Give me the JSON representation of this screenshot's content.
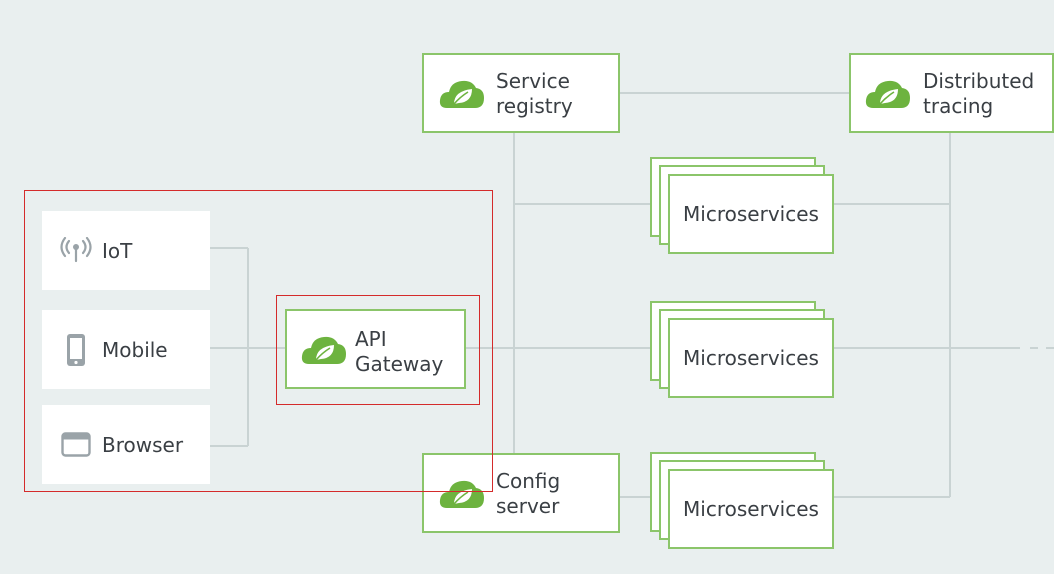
{
  "clients": [
    {
      "label": "IoT",
      "icon": "iot-antenna-icon"
    },
    {
      "label": "Mobile",
      "icon": "mobile-phone-icon"
    },
    {
      "label": "Browser",
      "icon": "browser-window-icon"
    }
  ],
  "gateway": {
    "line1": "API",
    "line2": "Gateway",
    "icon": "spring-leaf-icon"
  },
  "service_registry": {
    "line1": "Service",
    "line2": "registry",
    "icon": "spring-leaf-icon"
  },
  "distributed_tracing": {
    "line1": "Distributed",
    "line2": "tracing",
    "icon": "spring-leaf-icon"
  },
  "config_server": {
    "line1": "Config",
    "line2": "server",
    "icon": "spring-leaf-icon"
  },
  "microservices": [
    {
      "label": "Microservices"
    },
    {
      "label": "Microservices"
    },
    {
      "label": "Microservices"
    }
  ],
  "colors": {
    "background": "#e9efef",
    "spring_green": "#6db33f",
    "box_border": "#8bc56a",
    "connector": "#c9d3d3",
    "highlight": "#d42b2b",
    "client_icon": "#9aa3a8"
  }
}
